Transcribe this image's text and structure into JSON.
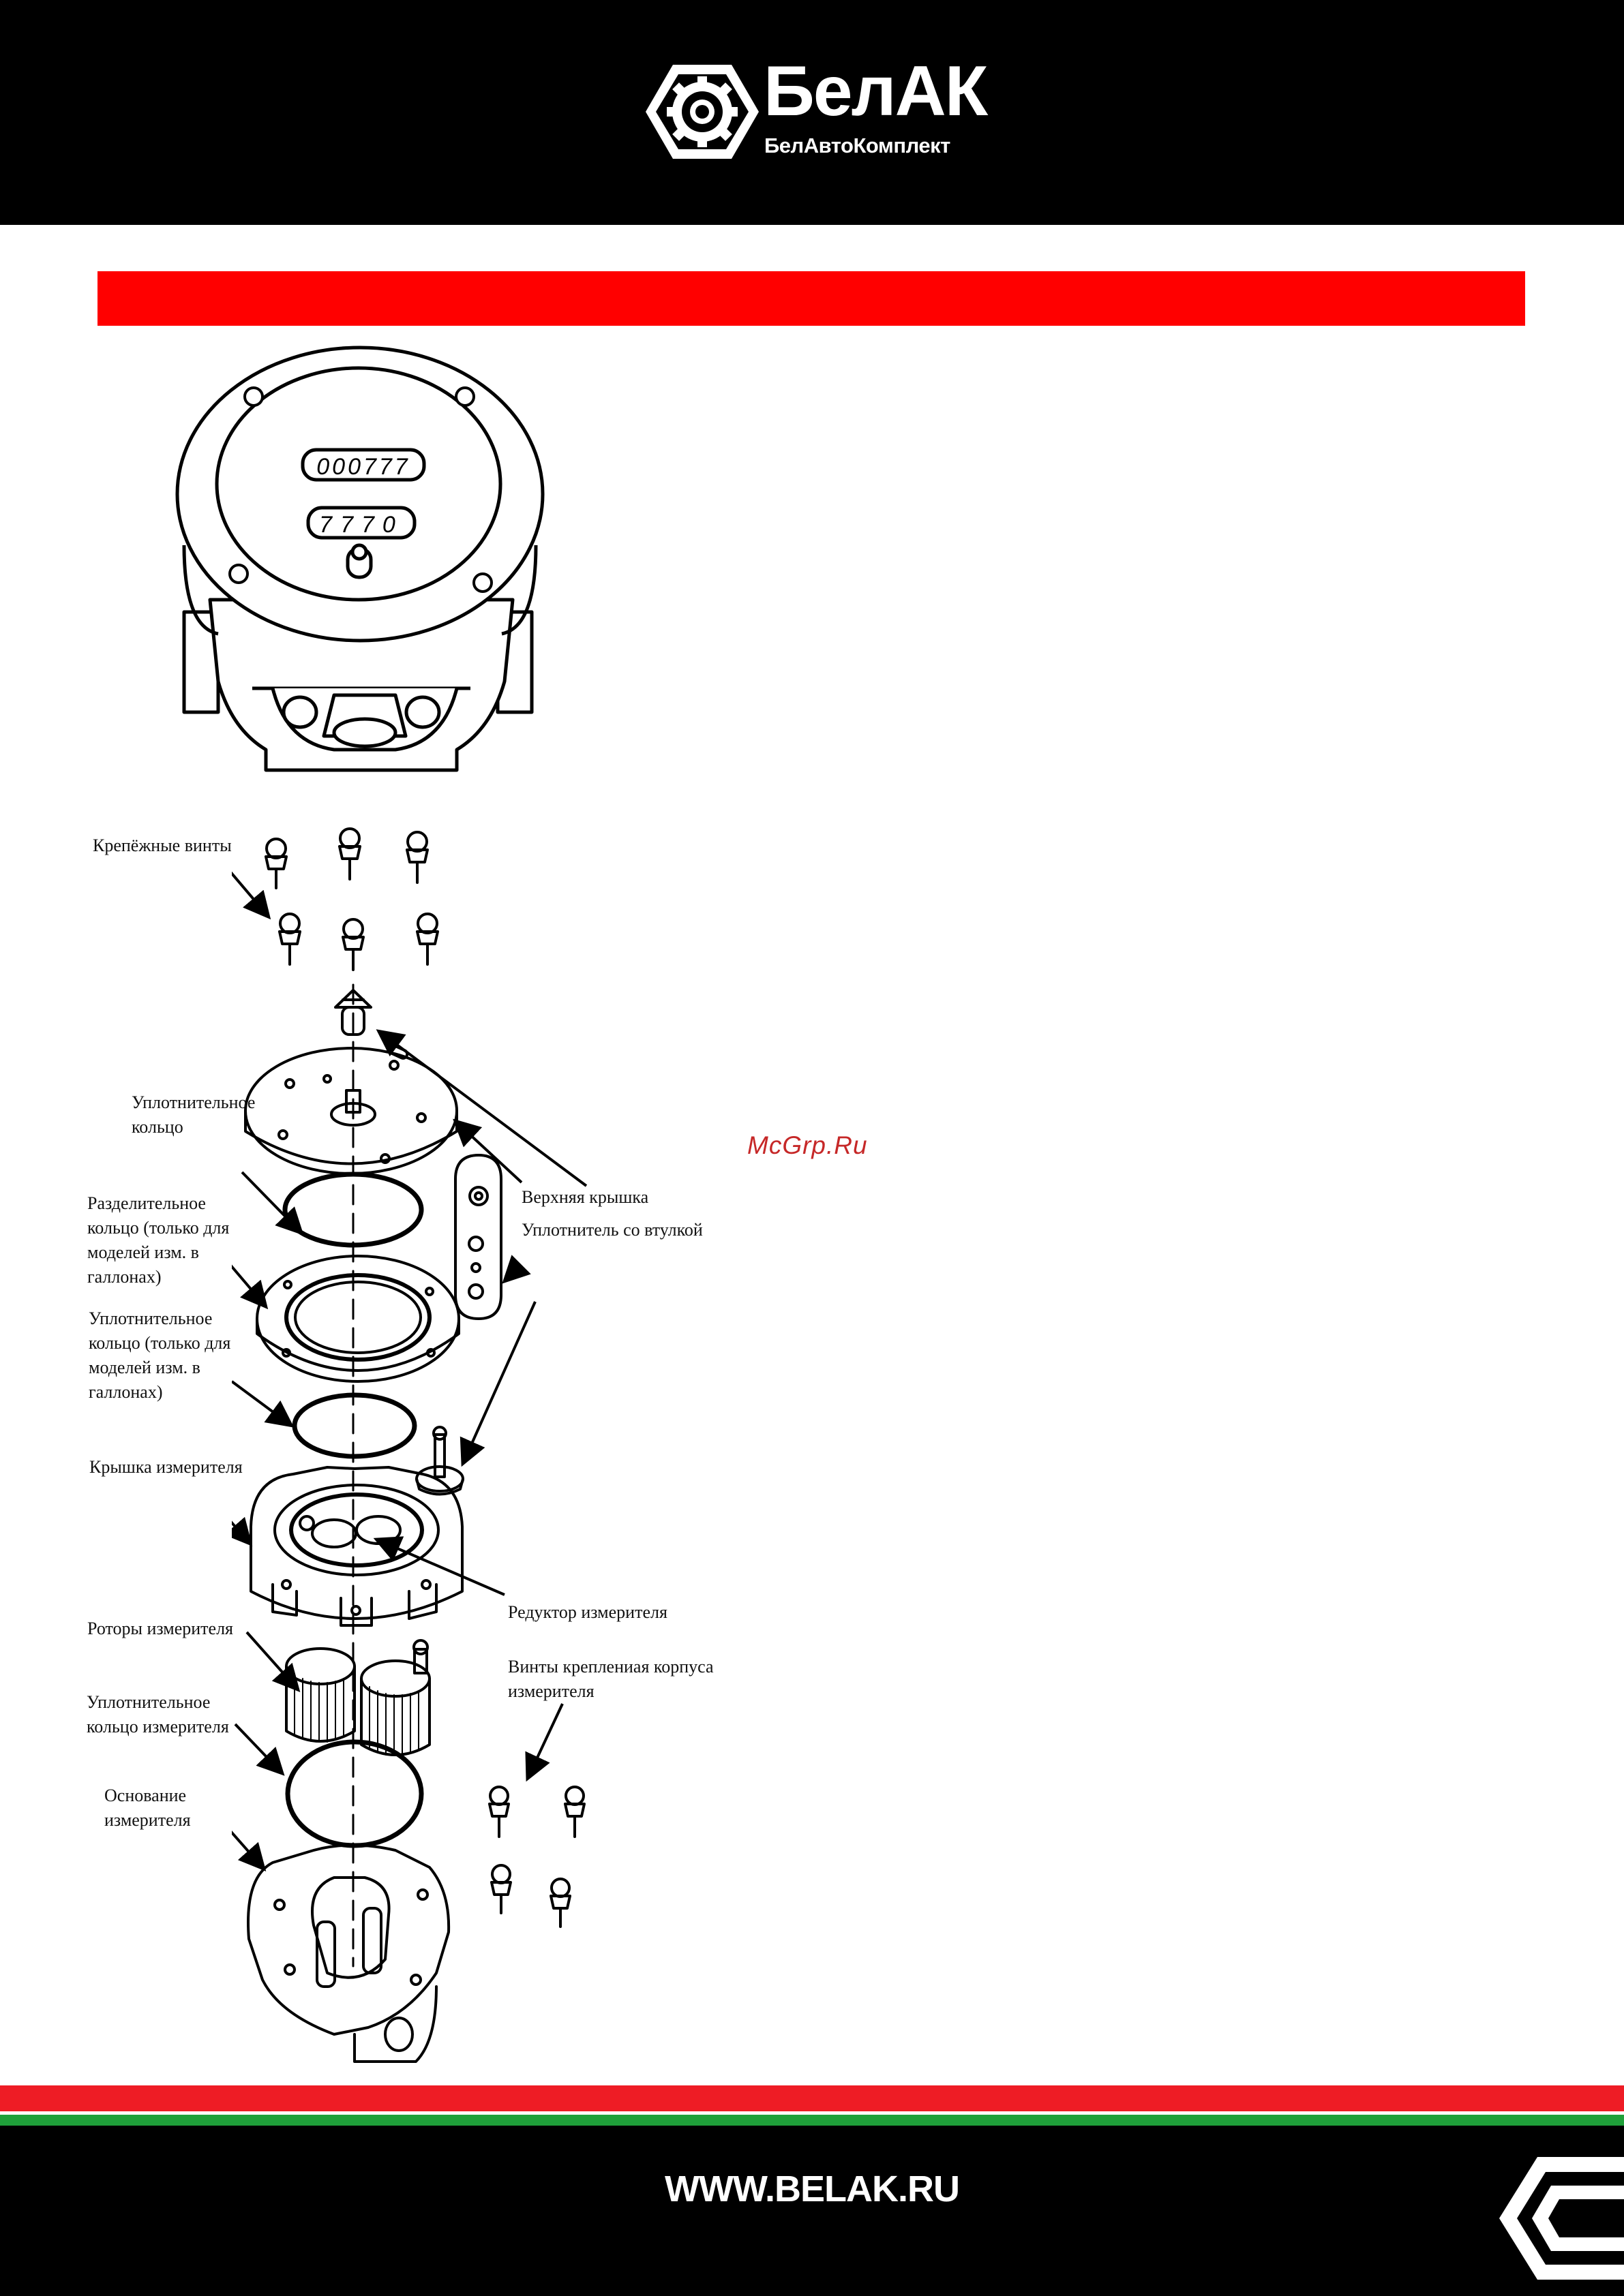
{
  "header": {
    "brand_name": "БелАК",
    "brand_subtitle": "БелАвтоКомплект"
  },
  "colors": {
    "header_bg": "#000000",
    "accent_red": "#ff0000",
    "stripe_red": "#ee1c25",
    "stripe_green": "#1fa03a",
    "watermark": "#c62828"
  },
  "meter": {
    "total_counter": "000777",
    "resettable_counter": "7770"
  },
  "labels": {
    "fixing_screws": "Крепёжные винты",
    "o_ring_top": "Уплотнительное\nкольцо",
    "spacer_ring": "Разделительное\nкольцо (только для\nмоделей изм. в\nгаллонах)",
    "o_ring_gallon": "Уплотнительное\nкольцо (только для\nмоделей изм. в\nгаллонах)",
    "meter_cover": "Крышка измерителя",
    "meter_rotors": "Роторы измерителя",
    "meter_o_ring": "Уплотнительное\nкольцо измерителя",
    "meter_base": "Основание\nизмерителя",
    "top_cover": "Верхняя крышка",
    "seal_bushing": "Уплотнитель со втулкой",
    "meter_gear": "Редуктор измерителя",
    "body_screws": "Винты креплениая корпуса\nизмерителя"
  },
  "watermark": "McGrp.Ru",
  "footer": {
    "url": "WWW.BELAK.RU"
  }
}
